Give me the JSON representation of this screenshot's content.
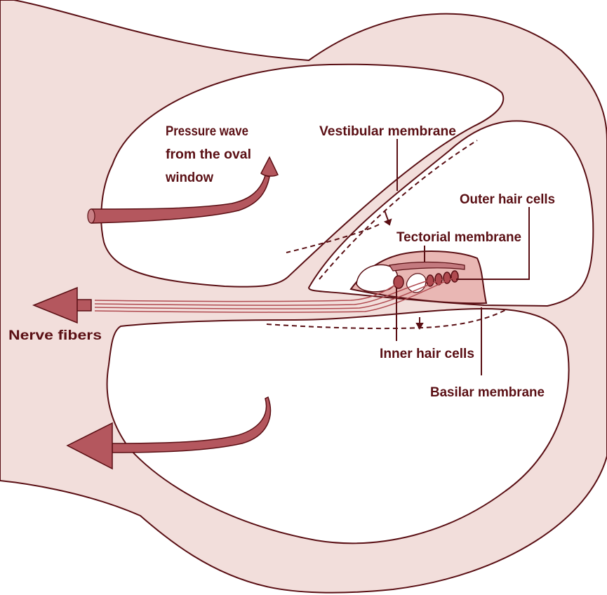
{
  "colors": {
    "tissue": "#f2dedb",
    "outline": "#5a0f14",
    "arrow": "#b4575e",
    "organ": "#e9b7b4",
    "nerve": "#b04a50",
    "label": "#5a0f14"
  },
  "labels": {
    "pressure_wave_line1": "Pressure wave",
    "pressure_wave_line2": "from the oval",
    "pressure_wave_line3": "window",
    "vestibular_membrane": "Vestibular membrane",
    "outer_hair_cells": "Outer hair cells",
    "tectorial_membrane": "Tectorial membrane",
    "nerve_fibers": "Nerve fibers",
    "inner_hair_cells": "Inner hair cells",
    "basilar_membrane": "Basilar membrane"
  }
}
